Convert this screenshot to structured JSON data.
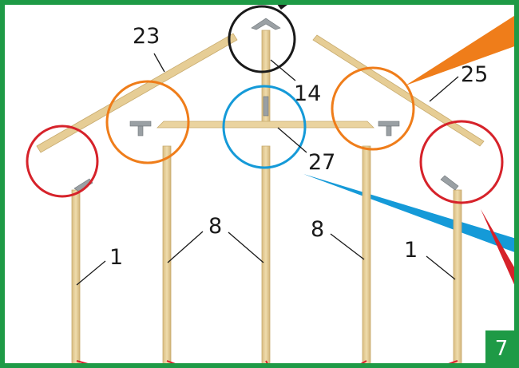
{
  "labels": {
    "l23": "23",
    "l14": "14",
    "l25": "25",
    "l27": "27",
    "l8_left": "8",
    "l8_right": "8",
    "l1_left": "1",
    "l1_right": "1"
  },
  "step_number": "7",
  "colors": {
    "frame_green": "#1e9a46",
    "wood": "#e7cf98",
    "wood_edge": "#c8ab6e",
    "metal": "#9aa0a4",
    "circle_red": "#d6222a",
    "circle_orange": "#ef7d1a",
    "circle_blue": "#159ad8",
    "circle_black": "#1a1a1a"
  }
}
